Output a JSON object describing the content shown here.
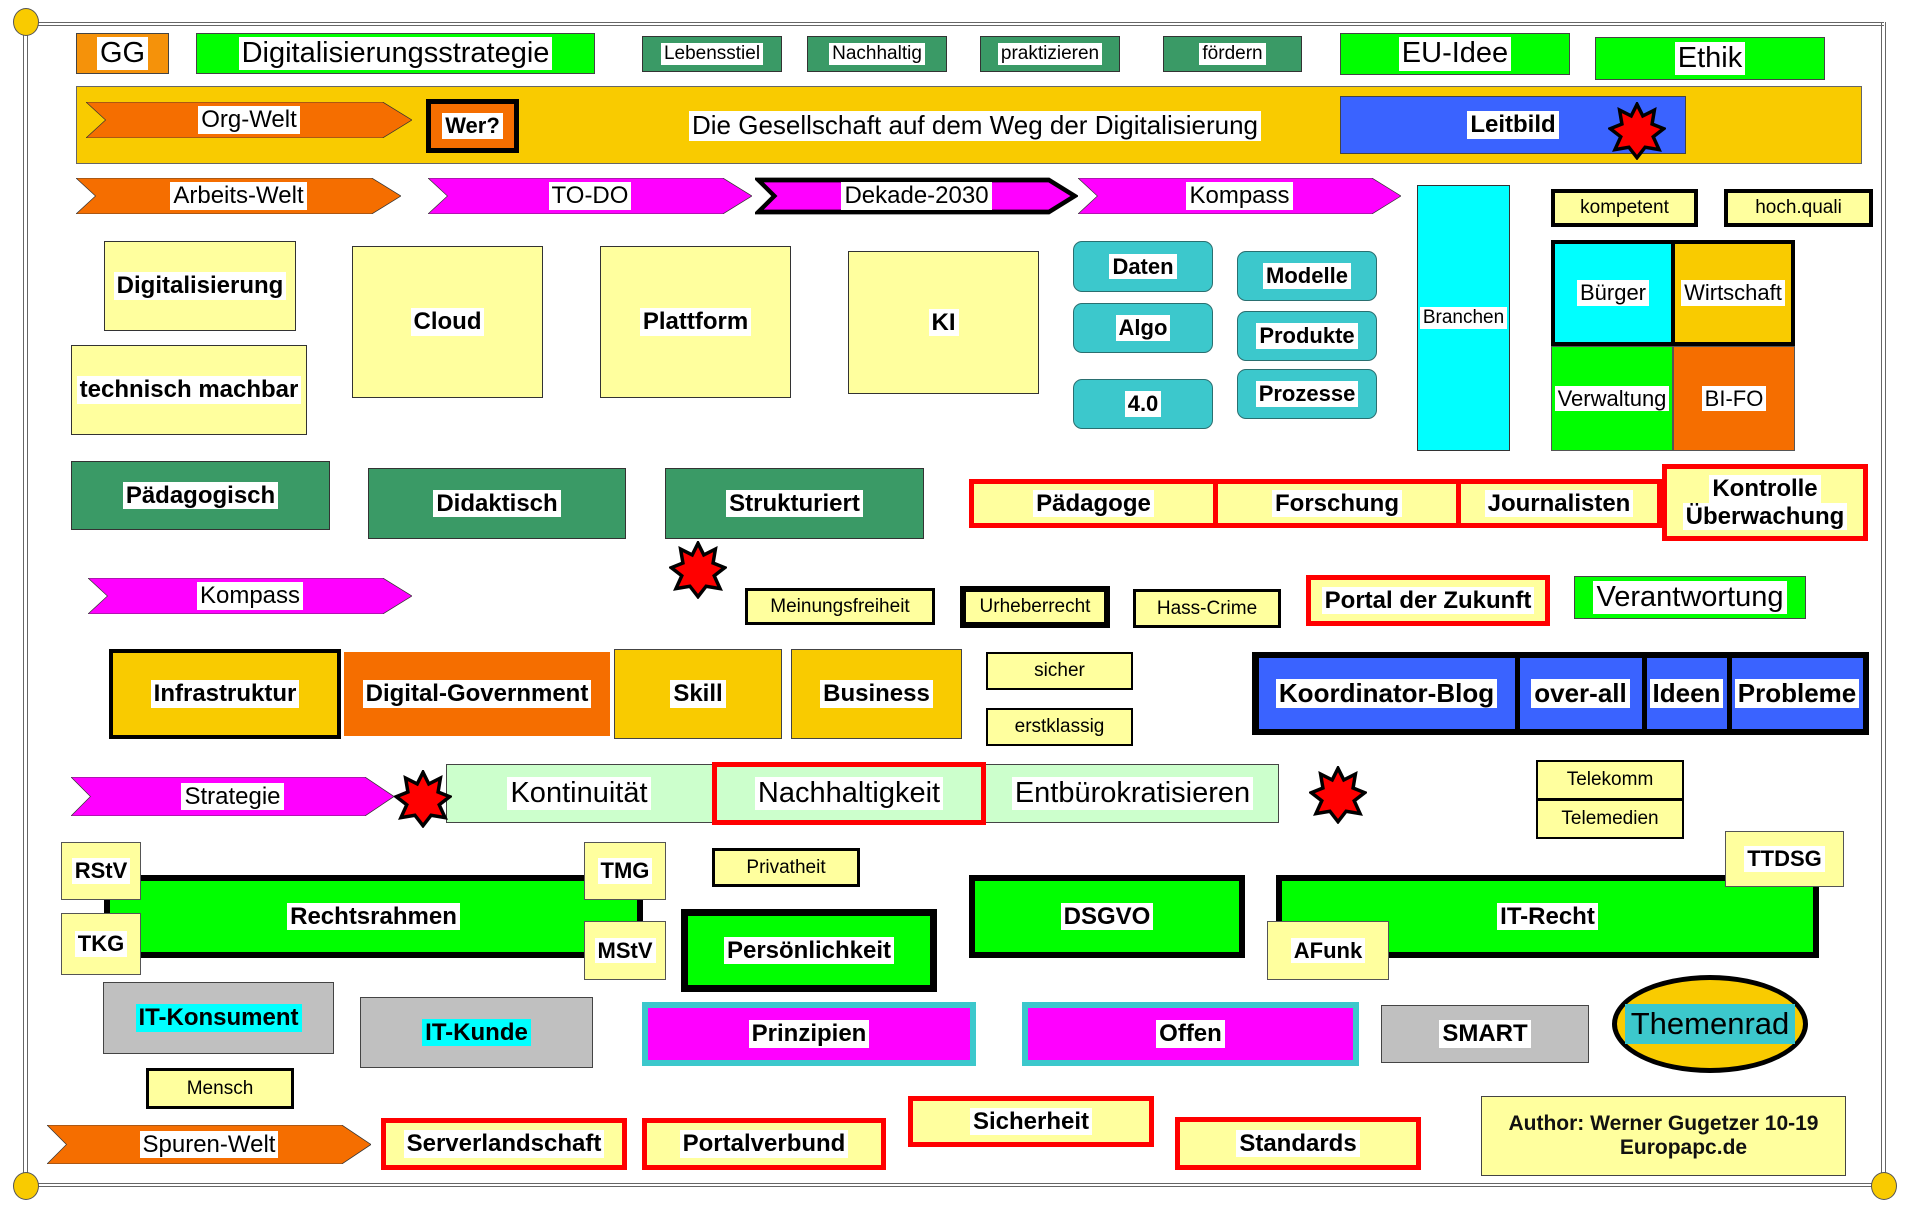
{
  "colors": {
    "orange": "#f56e00",
    "gold": "#f9cb00",
    "green": "#00ff00",
    "dark_green": "#3a9a66",
    "blue": "#3a63ff",
    "magenta": "#ff00ff",
    "light_yellow": "#ffff9e",
    "teal": "#3cc8cc",
    "cyan": "#00ffff",
    "light_green": "#ccffcc",
    "grey": "#c0c0c0",
    "red": "#ff0000"
  },
  "top_row": {
    "gg": "GG",
    "digitalisierungsstrategie": "Digitalisierungsstrategie",
    "lebensstiel": "Lebensstiel",
    "nachhaltig": "Nachhaltig",
    "praktizieren": "praktizieren",
    "foerdern": "fördern",
    "eu_idee": "EU-Idee",
    "ethik": "Ethik"
  },
  "band": {
    "org_welt": "Org-Welt",
    "wer": "Wer?",
    "gesellschaft": "Die Gesellschaft auf dem Weg der Digitalisierung",
    "leitbild": "Leitbild"
  },
  "arrows_row": {
    "arbeits_welt": "Arbeits-Welt",
    "todo": "TO-DO",
    "dekade": "Dekade-2030",
    "kompass": "Kompass"
  },
  "tech": {
    "digitalisierung": "Digitalisierung",
    "technisch_machbar": "technisch machbar",
    "cloud": "Cloud",
    "plattform": "Plattform",
    "ki": "KI",
    "daten": "Daten",
    "algo": "Algo",
    "vier_null": "4.0",
    "modelle": "Modelle",
    "produkte": "Produkte",
    "prozesse": "Prozesse",
    "branchen": "Branchen",
    "kompetent": "kompetent",
    "hoch_quali": "hoch.quali",
    "buerger": "Bürger",
    "wirtschaft": "Wirtschaft",
    "verwaltung": "Verwaltung",
    "bi_fo": "BI-FO"
  },
  "didactic": {
    "paedagogisch": "Pädagogisch",
    "didaktisch": "Didaktisch",
    "strukturiert": "Strukturiert",
    "paedagoge": "Pädagoge",
    "forschung": "Forschung",
    "journalisten": "Journalisten",
    "kontrolle": "Kontrolle",
    "ueberwachung": "Überwachung"
  },
  "values": {
    "kompass": "Kompass",
    "meinungsfreiheit": "Meinungsfreiheit",
    "urheberrecht": "Urheberrecht",
    "hass_crime": "Hass-Crime",
    "portal_zukunft": "Portal der Zukunft",
    "verantwortung": "Verantwortung"
  },
  "domains": {
    "infrastruktur": "Infrastruktur",
    "digital_government": "Digital-Government",
    "skill": "Skill",
    "business": "Business",
    "sicher": "sicher",
    "erstklassig": "erstklassig",
    "koordinator_blog": "Koordinator-Blog",
    "over_all": "over-all",
    "ideen": "Ideen",
    "probleme": "Probleme"
  },
  "strategy": {
    "strategie": "Strategie",
    "kontinuitaet": "Kontinuität",
    "nachhaltigkeit": "Nachhaltigkeit",
    "entbuerokratisieren": "Entbürokratisieren",
    "telekomm": "Telekomm",
    "telemedien": "Telemedien",
    "ttdsg": "TTDSG"
  },
  "law": {
    "rechtsrahmen": "Rechtsrahmen",
    "rstv": "RStV",
    "tkg": "TKG",
    "tmg": "TMG",
    "mstv": "MStV",
    "privatheit": "Privatheit",
    "persoenlichkeit": "Persönlichkeit",
    "dsgvo": "DSGVO",
    "it_recht": "IT-Recht",
    "afunk": "AFunk"
  },
  "people": {
    "it_konsument": "IT-Konsument",
    "it_kunde": "IT-Kunde",
    "prinzipien": "Prinzipien",
    "offen": "Offen",
    "smart": "SMART",
    "themenrad": "Themenrad",
    "mensch": "Mensch"
  },
  "bottom": {
    "spuren_welt": "Spuren-Welt",
    "serverlandschaft": "Serverlandschaft",
    "portalverbund": "Portalverbund",
    "sicherheit": "Sicherheit",
    "standards": "Standards",
    "author_line1": "Author: Werner Gugetzer 10-19",
    "author_line2": "Europapc.de"
  },
  "icons": {
    "star": "red-star-burst-icon",
    "handle": "selection-handle-icon"
  }
}
